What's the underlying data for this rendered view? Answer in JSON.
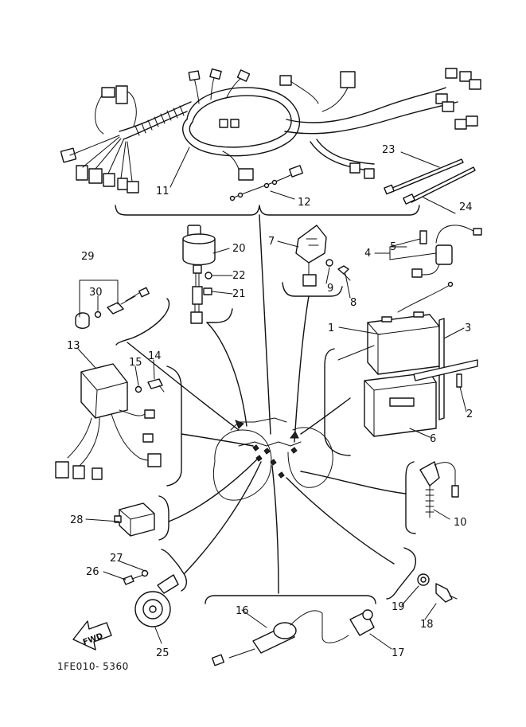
{
  "diagram_code": "1FE010- 5360",
  "fwd_label": "FWD",
  "callouts": {
    "c1": "1",
    "c2": "2",
    "c3": "3",
    "c4": "4",
    "c5": "5",
    "c6": "6",
    "c7": "7",
    "c8": "8",
    "c9": "9",
    "c10": "10",
    "c11": "11",
    "c12": "12",
    "c13": "13",
    "c14": "14",
    "c15": "15",
    "c16": "16",
    "c17": "17",
    "c18": "18",
    "c19": "19",
    "c20": "20",
    "c21": "21",
    "c22": "22",
    "c23": "23",
    "c24": "24",
    "c25": "25",
    "c26": "26",
    "c27": "27",
    "c28": "28",
    "c29": "29",
    "c30": "30"
  }
}
